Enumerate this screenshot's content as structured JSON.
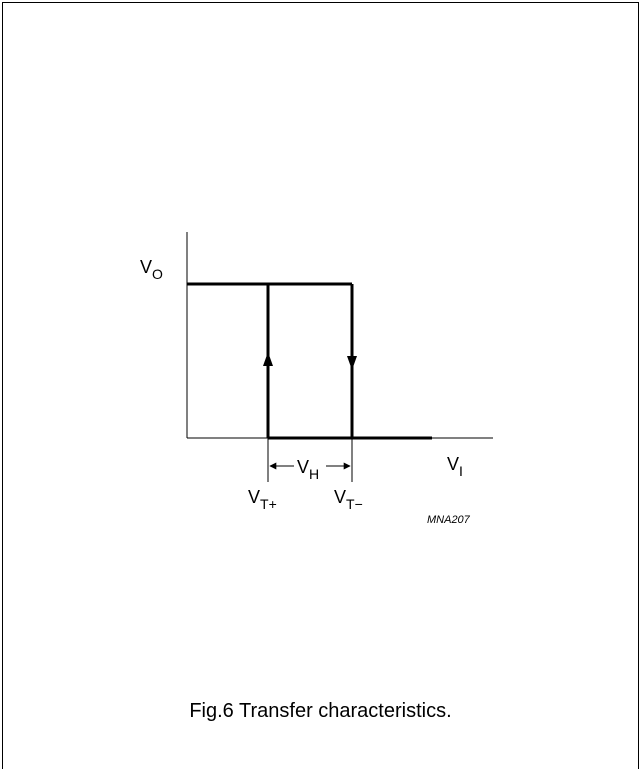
{
  "figure": {
    "y_axis_label": {
      "main": "V",
      "sub": "O"
    },
    "x_axis_label": {
      "main": "V",
      "sub": "I"
    },
    "threshold_positive": {
      "main": "V",
      "sub": "T+"
    },
    "threshold_negative": {
      "main": "V",
      "sub": "T−"
    },
    "hysteresis": {
      "main": "V",
      "sub": "H"
    },
    "code": "MNA207",
    "caption": "Fig.6  Transfer characteristics."
  }
}
